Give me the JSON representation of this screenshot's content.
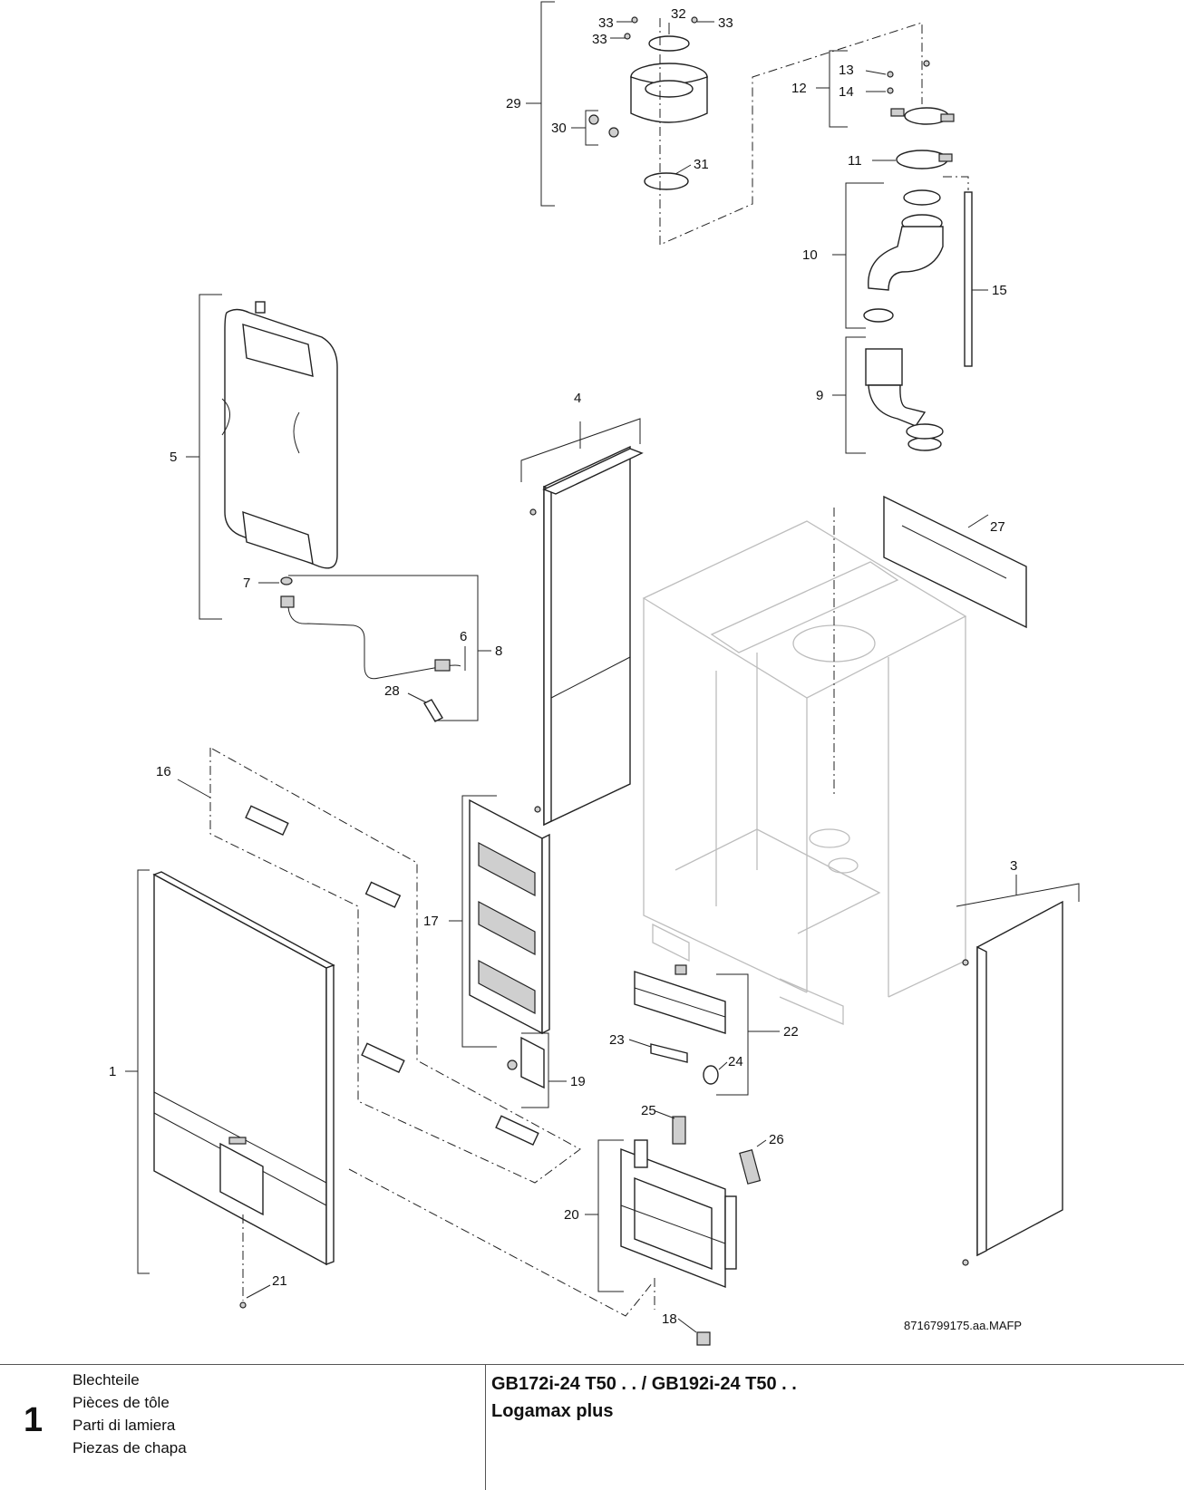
{
  "diagram": {
    "reference_code": "8716799175.aa.MAFP",
    "callouts": {
      "c1": "1",
      "c3": "3",
      "c4": "4",
      "c5": "5",
      "c6": "6",
      "c7": "7",
      "c8": "8",
      "c9": "9",
      "c10": "10",
      "c11": "11",
      "c12": "12",
      "c13": "13",
      "c14": "14",
      "c15": "15",
      "c16": "16",
      "c17": "17",
      "c18": "18",
      "c19": "19",
      "c20": "20",
      "c21": "21",
      "c22": "22",
      "c23": "23",
      "c24": "24",
      "c25": "25",
      "c26": "26",
      "c27": "27",
      "c28": "28",
      "c29": "29",
      "c30": "30",
      "c31": "31",
      "c32": "32",
      "c33a": "33",
      "c33b": "33",
      "c33c": "33"
    }
  },
  "footer": {
    "page_number": "1",
    "captions": [
      "Blechteile",
      "Pièces de tôle",
      "Parti di lamiera",
      "Piezas de chapa"
    ],
    "title_line1": "GB172i-24 T50 . . / GB192i-24 T50 . .",
    "title_line2": "Logamax plus"
  }
}
